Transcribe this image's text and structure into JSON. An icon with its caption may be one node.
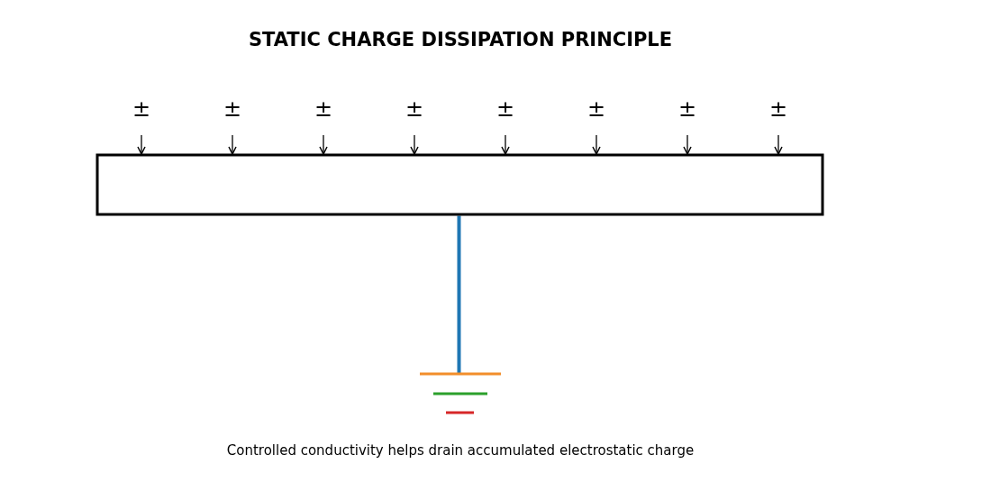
{
  "diagram": {
    "title": "STATIC CHARGE DISSIPATION PRINCIPLE",
    "caption": "Controlled conductivity helps drain accumulated electrostatic charge",
    "nodes": [
      {
        "text": [
          "±"
        ]
      },
      {
        "text": [
          "±"
        ]
      },
      {
        "text": [
          "±"
        ]
      },
      {
        "text": [
          "±"
        ]
      },
      {
        "text": [
          "±"
        ]
      },
      {
        "text": [
          "±"
        ]
      },
      {
        "text": [
          "±"
        ]
      },
      {
        "text": [
          "±"
        ]
      },
      {
        "text": [],
        "shape": "box"
      },
      {
        "text": [],
        "shape": "ground"
      }
    ],
    "edges": [
      {
        "from": 0,
        "to": 8,
        "arrow": "to"
      },
      {
        "from": 1,
        "to": 8,
        "arrow": "to"
      },
      {
        "from": 2,
        "to": 8,
        "arrow": "to"
      },
      {
        "from": 3,
        "to": 8,
        "arrow": "to"
      },
      {
        "from": 4,
        "to": 8,
        "arrow": "to"
      },
      {
        "from": 5,
        "to": 8,
        "arrow": "to"
      },
      {
        "from": 6,
        "to": 8,
        "arrow": "to"
      },
      {
        "from": 7,
        "to": 8,
        "arrow": "to"
      },
      {
        "from": 8,
        "to": 9,
        "arrow": "none",
        "style": "thick",
        "color": "#1f77b4"
      }
    ]
  }
}
